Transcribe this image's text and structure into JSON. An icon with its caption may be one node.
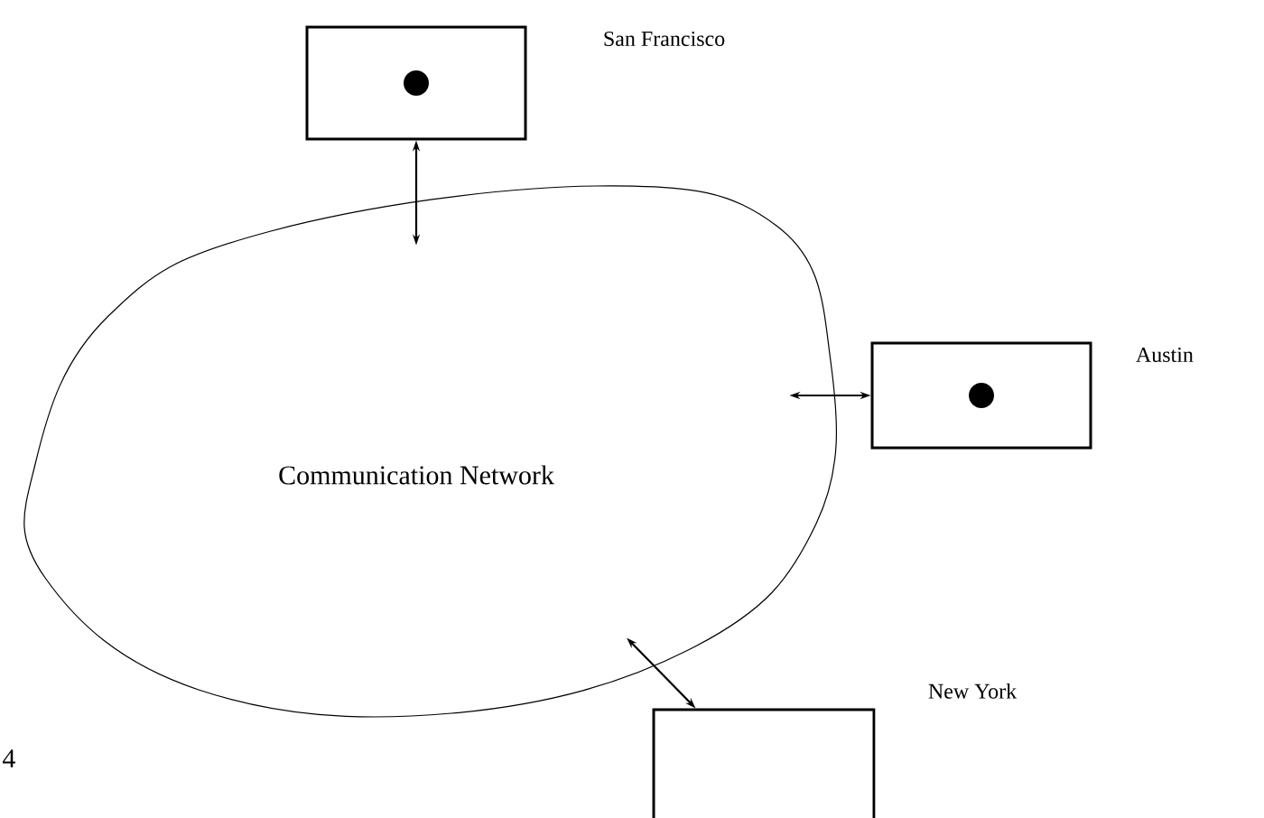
{
  "diagram": {
    "nodes": [
      {
        "text": [
          "Communication Network"
        ]
      },
      {
        "text": [
          "San Francisco"
        ]
      },
      {
        "text": [
          "Austin"
        ]
      },
      {
        "text": [
          "New York"
        ]
      }
    ],
    "edges": [
      {
        "from": 1,
        "to": 0,
        "arrow": "both"
      },
      {
        "from": 2,
        "to": 0,
        "arrow": "both"
      },
      {
        "from": 3,
        "to": 0,
        "arrow": "both"
      }
    ],
    "labels": [
      "4"
    ]
  }
}
